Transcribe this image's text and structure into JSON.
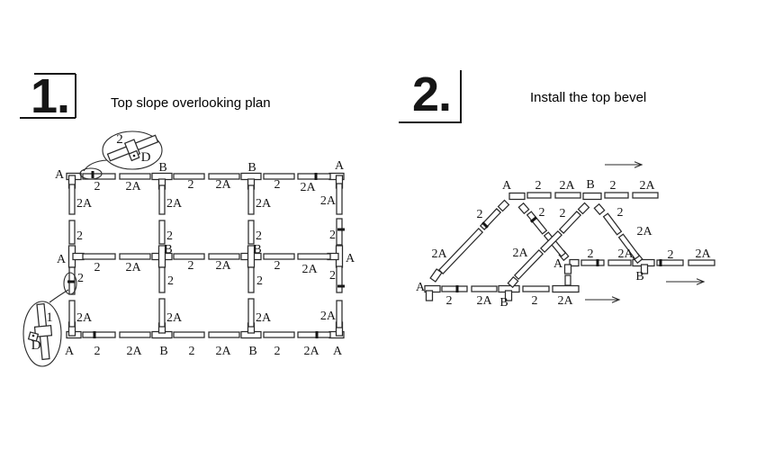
{
  "accent_color": "#161616",
  "panels": [
    {
      "step": "1.",
      "title": "Top slope overlooking plan",
      "frame_lines": [
        [
          38,
          82,
          84,
          82
        ],
        [
          84,
          82,
          84,
          131
        ],
        [
          22,
          131,
          84,
          131
        ]
      ],
      "diagram": {
        "connectors": [
          [
            74,
            196,
            90,
            196
          ],
          [
            80,
            195,
            80,
            209
          ],
          [
            169,
            196,
            191,
            196
          ],
          [
            180,
            199,
            180,
            210
          ],
          [
            268,
            196,
            290,
            196
          ],
          [
            279,
            199,
            279,
            210
          ],
          [
            366,
            196,
            382,
            196
          ],
          [
            377,
            195,
            377,
            209
          ],
          [
            80,
            273,
            80,
            297
          ],
          [
            81,
            285,
            93,
            285
          ],
          [
            169,
            285,
            191,
            285
          ],
          [
            180,
            273,
            180,
            297
          ],
          [
            268,
            285,
            290,
            285
          ],
          [
            279,
            273,
            279,
            297
          ],
          [
            377,
            273,
            377,
            297
          ],
          [
            364,
            285,
            376,
            285
          ],
          [
            74,
            372,
            90,
            372
          ],
          [
            80,
            358,
            80,
            373
          ],
          [
            169,
            372,
            191,
            372
          ],
          [
            180,
            359,
            180,
            370
          ],
          [
            268,
            372,
            290,
            372
          ],
          [
            279,
            359,
            279,
            370
          ],
          [
            366,
            372,
            382,
            372
          ],
          [
            377,
            358,
            377,
            373
          ]
        ],
        "tubes": [
          [
            92,
            196,
            128,
            196
          ],
          [
            133,
            196,
            167,
            196
          ],
          [
            193,
            196,
            227,
            196
          ],
          [
            232,
            196,
            266,
            196
          ],
          [
            293,
            196,
            327,
            196
          ],
          [
            331,
            196,
            367,
            196
          ],
          [
            92,
            285,
            128,
            285
          ],
          [
            133,
            285,
            167,
            285
          ],
          [
            193,
            285,
            227,
            285
          ],
          [
            232,
            285,
            266,
            285
          ],
          [
            293,
            285,
            327,
            285
          ],
          [
            331,
            285,
            367,
            285
          ],
          [
            92,
            372,
            128,
            372
          ],
          [
            133,
            372,
            167,
            372
          ],
          [
            193,
            372,
            227,
            372
          ],
          [
            232,
            372,
            266,
            372
          ],
          [
            293,
            372,
            327,
            372
          ],
          [
            331,
            372,
            367,
            372
          ],
          [
            80,
            205,
            80,
            238
          ],
          [
            80,
            245,
            80,
            271
          ],
          [
            80,
            297,
            80,
            327
          ],
          [
            80,
            334,
            80,
            363
          ],
          [
            180,
            206,
            180,
            238
          ],
          [
            180,
            245,
            180,
            271
          ],
          [
            180,
            297,
            180,
            325
          ],
          [
            180,
            332,
            180,
            363
          ],
          [
            279,
            206,
            279,
            238
          ],
          [
            279,
            245,
            279,
            271
          ],
          [
            279,
            297,
            279,
            325
          ],
          [
            279,
            332,
            279,
            363
          ],
          [
            377,
            204,
            377,
            238
          ],
          [
            377,
            243,
            377,
            272
          ],
          [
            377,
            296,
            377,
            325
          ],
          [
            377,
            334,
            377,
            364
          ]
        ],
        "ellipses": [
          [
            101,
            193,
            12,
            6
          ],
          [
            147,
            167,
            33,
            21
          ],
          [
            78,
            315,
            7,
            12
          ],
          [
            47,
            371,
            21,
            36
          ]
        ],
        "detail_tubes": [
          [
            121,
            175,
            174,
            154
          ],
          [
            45,
            338,
            51,
            399
          ]
        ],
        "clamp_bands": [
          [
            147,
            165,
            11,
            17,
            -22
          ],
          [
            48,
            368,
            11,
            18,
            85
          ]
        ],
        "clamp_tabs": [
          [
            149,
            173,
            9,
            8,
            -22
          ],
          [
            37,
            374,
            9,
            8,
            15
          ]
        ],
        "holes": [
          [
            149,
            173,
            1.3
          ],
          [
            37,
            373,
            1.3
          ]
        ],
        "leaders": [
          "M93,190 Q100,179 119,178",
          "M76,322 Q66,328 55,336"
        ],
        "dots": [
          [
            103,
            194,
            0
          ],
          [
            351,
            196,
            0
          ],
          [
            379,
            255,
            90
          ],
          [
            379,
            318,
            90
          ],
          [
            79,
            313,
            90
          ],
          [
            105,
            372,
            0
          ],
          [
            352,
            372,
            0
          ]
        ],
        "arrows": [],
        "labels": [
          [
            "A",
            66,
            198
          ],
          [
            "B",
            181,
            190
          ],
          [
            "B",
            280,
            190
          ],
          [
            "A",
            377,
            188
          ],
          [
            "2",
            108,
            211
          ],
          [
            "2A",
            148,
            211
          ],
          [
            "2",
            212,
            209
          ],
          [
            "2A",
            248,
            209
          ],
          [
            "2",
            308,
            209
          ],
          [
            "2A",
            342,
            212
          ],
          [
            "2A",
            85,
            230,
            "s"
          ],
          [
            "2",
            85,
            266,
            "s"
          ],
          [
            "2A",
            185,
            230,
            "s"
          ],
          [
            "2",
            185,
            266,
            "s"
          ],
          [
            "2A",
            284,
            230,
            "s"
          ],
          [
            "2",
            284,
            266,
            "s"
          ],
          [
            "2A",
            373,
            227,
            "e"
          ],
          [
            "2",
            373,
            265,
            "e"
          ],
          [
            "A",
            68,
            292
          ],
          [
            "B",
            187,
            281
          ],
          [
            "B",
            286,
            281
          ],
          [
            "A",
            389,
            291
          ],
          [
            "2",
            108,
            301
          ],
          [
            "2A",
            148,
            301
          ],
          [
            "2",
            212,
            299
          ],
          [
            "2A",
            248,
            299
          ],
          [
            "2",
            308,
            299
          ],
          [
            "2A",
            344,
            303
          ],
          [
            "2",
            86,
            313,
            "s"
          ],
          [
            "2A",
            85,
            357,
            "s"
          ],
          [
            "2",
            186,
            316,
            "s"
          ],
          [
            "2A",
            185,
            357,
            "s"
          ],
          [
            "2",
            285,
            316,
            "s"
          ],
          [
            "2A",
            284,
            357,
            "s"
          ],
          [
            "2",
            373,
            310,
            "e"
          ],
          [
            "2A",
            373,
            355,
            "e"
          ],
          [
            "A",
            77,
            394
          ],
          [
            "2",
            108,
            394
          ],
          [
            "2A",
            149,
            394
          ],
          [
            "B",
            182,
            394
          ],
          [
            "2",
            213,
            394
          ],
          [
            "2A",
            248,
            394
          ],
          [
            "B",
            281,
            394
          ],
          [
            "2",
            308,
            394
          ],
          [
            "2A",
            346,
            394
          ],
          [
            "A",
            375,
            394
          ],
          [
            "2",
            133,
            159,
            "m",
            15
          ],
          [
            "D",
            162,
            179,
            "m",
            15
          ],
          [
            "1",
            55,
            357,
            "m",
            15
          ],
          [
            "D",
            40,
            388,
            "m",
            15
          ]
        ]
      }
    },
    {
      "step": "2.",
      "title": "Install the top bevel",
      "frame_lines": [
        [
          512,
          78,
          512,
          137
        ],
        [
          443,
          136,
          512,
          136
        ]
      ],
      "diagram": {
        "connectors": [
          [
            566,
            218,
            583,
            218
          ],
          [
            563,
            225,
            556,
            232
          ],
          [
            579,
            228,
            585,
            235
          ],
          [
            648,
            218,
            668,
            218
          ],
          [
            652,
            228,
            645,
            235
          ],
          [
            663,
            229,
            669,
            236
          ],
          [
            624,
            281,
            629,
            287
          ],
          [
            633,
            292,
            643,
            292
          ],
          [
            631,
            294,
            631,
            304
          ],
          [
            703,
            292,
            727,
            292
          ],
          [
            706,
            284,
            711,
            290
          ],
          [
            716,
            294,
            716,
            304
          ],
          [
            488,
            301,
            481,
            311
          ],
          [
            472,
            321,
            489,
            321
          ],
          [
            477,
            323,
            477,
            334
          ],
          [
            554,
            321,
            577,
            321
          ],
          [
            573,
            310,
            567,
            317
          ],
          [
            565,
            323,
            565,
            334
          ],
          [
            614,
            321,
            643,
            321
          ]
        ],
        "tubes": [
          [
            586,
            217,
            612,
            217
          ],
          [
            617,
            217,
            645,
            217
          ],
          [
            672,
            217,
            698,
            217
          ],
          [
            703,
            217,
            731,
            217
          ],
          [
            554,
            234,
            536,
            253
          ],
          [
            534,
            256,
            490,
            302
          ],
          [
            588,
            237,
            605,
            258
          ],
          [
            607,
            260,
            626,
            283
          ],
          [
            643,
            237,
            624,
            257
          ],
          [
            622,
            259,
            603,
            278
          ],
          [
            601,
            280,
            574,
            308
          ],
          [
            673,
            239,
            688,
            259
          ],
          [
            690,
            262,
            708,
            286
          ],
          [
            646,
            292,
            671,
            292
          ],
          [
            676,
            292,
            701,
            292
          ],
          [
            730,
            292,
            759,
            292
          ],
          [
            765,
            292,
            794,
            292
          ],
          [
            491,
            321,
            519,
            321
          ],
          [
            524,
            321,
            552,
            321
          ],
          [
            581,
            321,
            610,
            321
          ],
          [
            631,
            306,
            631,
            317
          ]
        ],
        "ellipses": [],
        "detail_tubes": [],
        "clamp_bands": [],
        "clamp_tabs": [],
        "holes": [],
        "leaders": [],
        "dots": [
          [
            539,
            250,
            -46
          ],
          [
            593,
            244,
            50
          ],
          [
            508,
            321,
            0
          ],
          [
            664,
            292,
            0
          ],
          [
            734,
            292,
            0
          ]
        ],
        "arrows": [
          [
            672,
            183,
            713,
            183
          ],
          [
            650,
            333,
            688,
            333
          ],
          [
            740,
            313,
            782,
            313
          ]
        ],
        "labels": [
          [
            "A",
            563,
            210
          ],
          [
            "2",
            598,
            210
          ],
          [
            "2A",
            630,
            210
          ],
          [
            "B",
            656,
            209
          ],
          [
            "2",
            681,
            210
          ],
          [
            "2A",
            719,
            210
          ],
          [
            "2",
            533,
            242
          ],
          [
            "2A",
            488,
            286
          ],
          [
            "2",
            602,
            240
          ],
          [
            "2",
            625,
            241
          ],
          [
            "2A",
            578,
            285
          ],
          [
            "2",
            689,
            240
          ],
          [
            "2A",
            716,
            261
          ],
          [
            "A",
            467,
            323
          ],
          [
            "2",
            499,
            338
          ],
          [
            "2A",
            538,
            338
          ],
          [
            "B",
            560,
            340
          ],
          [
            "2",
            594,
            338
          ],
          [
            "2A",
            628,
            338
          ],
          [
            "A",
            620,
            297
          ],
          [
            "2",
            656,
            286
          ],
          [
            "2A",
            695,
            286
          ],
          [
            "B",
            711,
            311
          ],
          [
            "2",
            745,
            287
          ],
          [
            "2A",
            781,
            286
          ]
        ]
      }
    }
  ]
}
